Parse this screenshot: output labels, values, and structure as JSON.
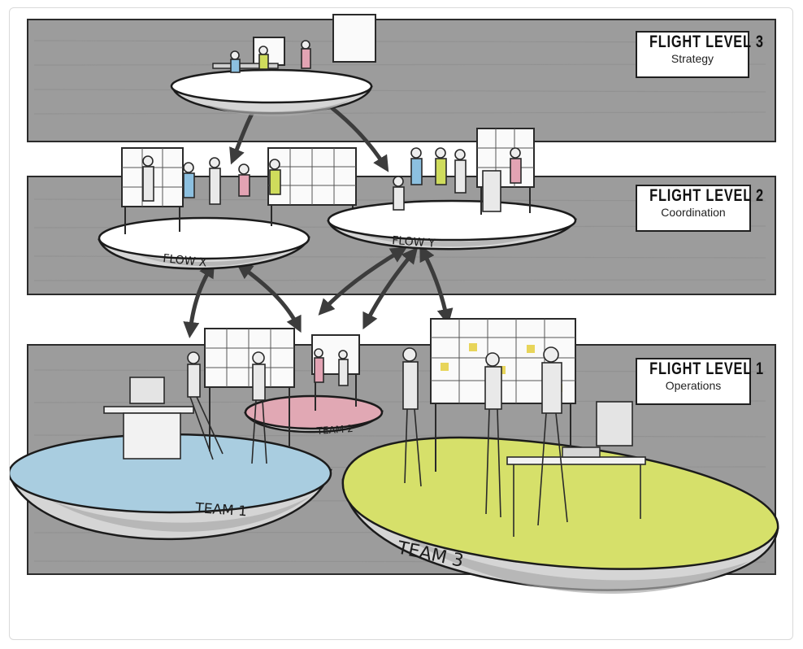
{
  "levels": [
    {
      "title": "FLIGHT LEVEL 3",
      "subtitle": "Strategy"
    },
    {
      "title": "FLIGHT LEVEL 2",
      "subtitle": "Coordination"
    },
    {
      "title": "FLIGHT LEVEL 1",
      "subtitle": "Operations"
    }
  ],
  "platforms": {
    "strategy": {
      "label": "",
      "color": "#ffffff"
    },
    "flow_x": {
      "label": "FLOW X",
      "color": "#ffffff"
    },
    "flow_y": {
      "label": "FLOW Y",
      "color": "#ffffff"
    },
    "team_1": {
      "label": "TEAM 1",
      "color": "#a9cde0"
    },
    "team_2": {
      "label": "TEAM 2",
      "color": "#e1a8b4"
    },
    "team_3": {
      "label": "TEAM 3",
      "color": "#d6e06a"
    }
  },
  "colors": {
    "band": "#9c9c9c",
    "shirt_blue": "#8cc0e0",
    "shirt_pink": "#e2a3b3",
    "shirt_lime": "#cfdc5c",
    "post_it": "#e8d55a"
  }
}
